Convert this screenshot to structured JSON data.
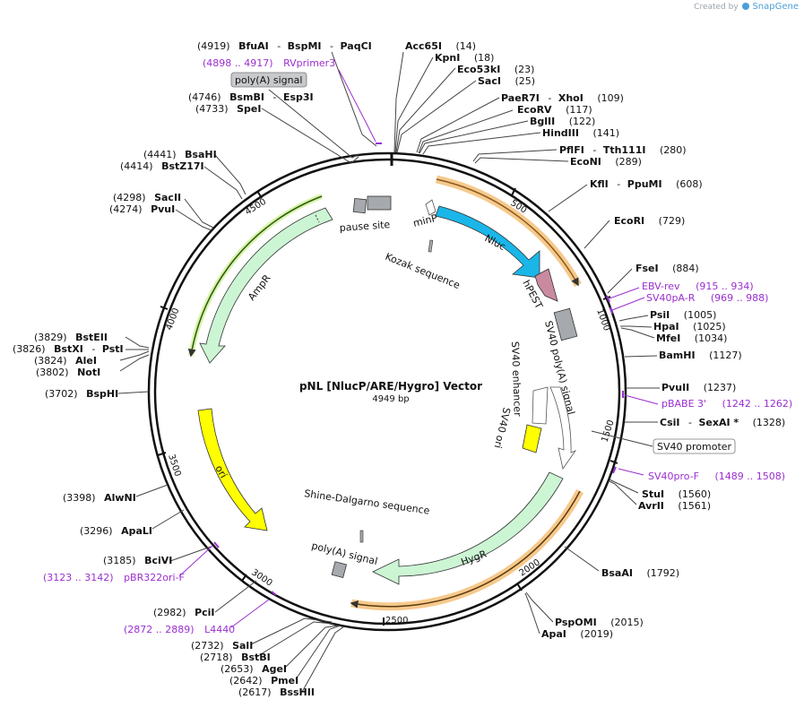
{
  "brand": {
    "prefix": "Created by",
    "name": "SnapGene"
  },
  "title": "pNL [NlucP/ARE/Hygro] Vector",
  "bp_label": "4949 bp",
  "total_bp": 4949,
  "ticks": [
    "500",
    "1000",
    "1500",
    "2000",
    "2500",
    "3000",
    "3500",
    "4000",
    "4500"
  ],
  "sites": {
    "bfuai": {
      "pos": "(4919)",
      "names": [
        "BfuAI",
        "BspMI",
        "PaqCI"
      ]
    },
    "rvprimer3": {
      "pos": "(4898 .. 4917)",
      "name": "RVprimer3"
    },
    "polya_box": "poly(A) signal",
    "bsmbi": {
      "pos": "(4746)",
      "names": [
        "BsmBI",
        "Esp3I"
      ]
    },
    "spei": {
      "pos": "(4733)",
      "name": "SpeI"
    },
    "bsahi": {
      "pos": "(4441)",
      "name": "BsaHI"
    },
    "bstz17i": {
      "pos": "(4414)",
      "name": "BstZ17I"
    },
    "sacii": {
      "pos": "(4298)",
      "name": "SacII"
    },
    "pvui": {
      "pos": "(4274)",
      "name": "PvuI"
    },
    "bsteii": {
      "pos": "(3829)",
      "name": "BstEII"
    },
    "bstxi": {
      "pos": "(3826)",
      "names": [
        "BstXI",
        "PstI"
      ]
    },
    "alei": {
      "pos": "(3824)",
      "name": "AleI"
    },
    "noti": {
      "pos": "(3802)",
      "name": "NotI"
    },
    "bsphi": {
      "pos": "(3702)",
      "name": "BspHI"
    },
    "alwni": {
      "pos": "(3398)",
      "name": "AlwNI"
    },
    "apali": {
      "pos": "(3296)",
      "name": "ApaLI"
    },
    "bcivi": {
      "pos": "(3185)",
      "name": "BciVI"
    },
    "pbr322": {
      "pos": "(3123 .. 3142)",
      "name": "pBR322ori-F"
    },
    "pcii": {
      "pos": "(2982)",
      "name": "PciI"
    },
    "l4440": {
      "pos": "(2872 .. 2889)",
      "name": "L4440"
    },
    "sali": {
      "pos": "(2732)",
      "name": "SalI"
    },
    "bstbi": {
      "pos": "(2718)",
      "name": "BstBI"
    },
    "agei": {
      "pos": "(2653)",
      "name": "AgeI"
    },
    "pmei": {
      "pos": "(2642)",
      "name": "PmeI"
    },
    "bsshii": {
      "pos": "(2617)",
      "name": "BssHII"
    },
    "acc65i": {
      "name": "Acc65I",
      "pos": "(14)"
    },
    "kpni": {
      "name": "KpnI",
      "pos": "(18)"
    },
    "eco53ki": {
      "name": "Eco53kI",
      "pos": "(23)"
    },
    "saci": {
      "name": "SacI",
      "pos": "(25)"
    },
    "paer7i": {
      "names": [
        "PaeR7I",
        "XhoI"
      ],
      "pos": "(109)"
    },
    "ecorv": {
      "name": "EcoRV",
      "pos": "(117)"
    },
    "bglii": {
      "name": "BglII",
      "pos": "(122)"
    },
    "hindiii": {
      "name": "HindIII",
      "pos": "(141)"
    },
    "pflfi": {
      "names": [
        "PflFI",
        "Tth111I"
      ],
      "pos": "(280)"
    },
    "econi": {
      "name": "EcoNI",
      "pos": "(289)"
    },
    "kfli": {
      "names": [
        "KflI",
        "PpuMI"
      ],
      "pos": "(608)"
    },
    "ecori": {
      "name": "EcoRI",
      "pos": "(729)"
    },
    "fsei": {
      "name": "FseI",
      "pos": "(884)"
    },
    "ebvrev": {
      "name": "EBV-rev",
      "pos": "(915 .. 934)"
    },
    "sv40par": {
      "name": "SV40pA-R",
      "pos": "(969 .. 988)"
    },
    "psii": {
      "name": "PsiI",
      "pos": "(1005)"
    },
    "hpai": {
      "name": "HpaI",
      "pos": "(1025)"
    },
    "mfei": {
      "name": "MfeI",
      "pos": "(1034)"
    },
    "bamhi": {
      "name": "BamHI",
      "pos": "(1127)"
    },
    "pvuii": {
      "name": "PvuII",
      "pos": "(1237)"
    },
    "pbabe": {
      "name": "pBABE 3'",
      "pos": "(1242 .. 1262)"
    },
    "csii": {
      "names": [
        "CsiI",
        "SexAI *"
      ],
      "pos": "(1328)"
    },
    "sv40prom_box": "SV40 promoter",
    "sv40prof": {
      "name": "SV40pro-F",
      "pos": "(1489 .. 1508)"
    },
    "stui": {
      "name": "StuI",
      "pos": "(1560)"
    },
    "avrii": {
      "name": "AvrII",
      "pos": "(1561)"
    },
    "bsaai": {
      "name": "BsaAI",
      "pos": "(1792)"
    },
    "pspomi": {
      "name": "PspOMI",
      "pos": "(2015)"
    },
    "apai": {
      "name": "ApaI",
      "pos": "(2019)"
    }
  },
  "features": {
    "nluc": "Nluc",
    "hpest": "hPEST",
    "sv40_polya": "SV40 poly(A) signal",
    "sv40_enhancer": "SV40 enhancer",
    "sv40_ori": "SV40 ori",
    "hygr": "HygR",
    "polya_inner": "poly(A) signal",
    "shine": "Shine-Dalgarno sequence",
    "ori": "ori",
    "ampr": "AmpR",
    "pause_site": "pause site",
    "minp": "minP",
    "kozak": "Kozak sequence"
  },
  "colors": {
    "nluc": "#1ab6e8",
    "hpest": "#c98aa0",
    "ampr": "#ccf5d4",
    "hygr": "#ccf5d4",
    "ori": "#ffff00",
    "orf_highlight": "#f6c98c",
    "primer": "#9b2fcf",
    "grey_feature": "#a6a9ad"
  }
}
